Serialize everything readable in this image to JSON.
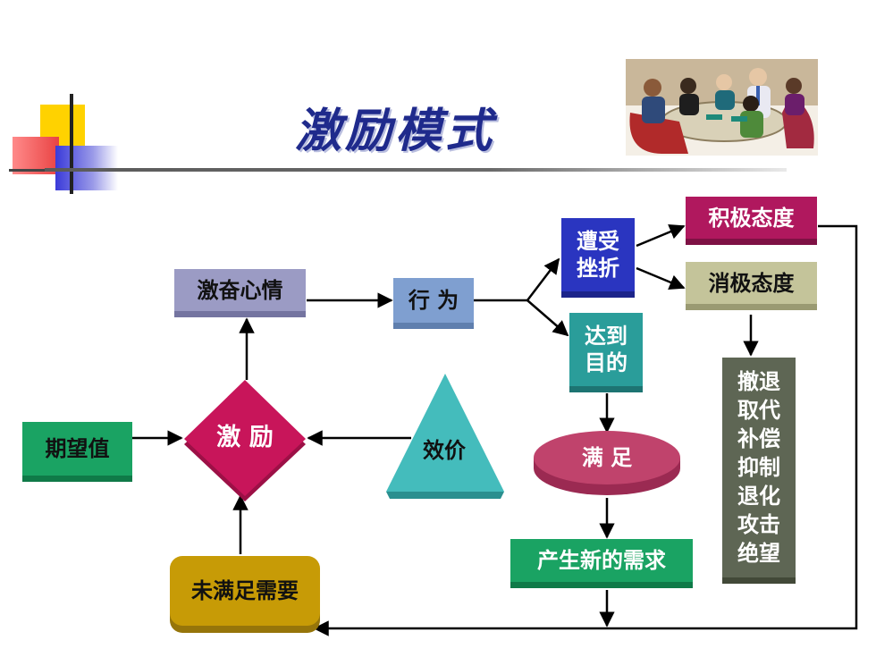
{
  "slide": {
    "title": "激励模式"
  },
  "nodes": {
    "expectation": "期望值",
    "motivation": "激 励",
    "valence": "效价",
    "excited_mood": "激奋心情",
    "behavior": "行 为",
    "frustrated": "遭受\n挫折",
    "goal_reached": "达到\n目的",
    "positive_attitude": "积极态度",
    "negative_attitude": "消极态度",
    "satisfied": "满 足",
    "new_needs": "产生新的需求",
    "unmet_needs": "未满足需要",
    "defense_list": "撤退\n取代\n补偿\n抑制\n退化\n攻击\n绝望"
  },
  "colors": {
    "title": "#1f2a8c",
    "expectation": "#1aa363",
    "motivation": "#c8155a",
    "valence": "#44bcbc",
    "excited_mood": "#9b9bc4",
    "behavior": "#7f9fd0",
    "frustrated": "#2a35c0",
    "goal_reached": "#2a9d9a",
    "positive_attitude": "#b0185e",
    "negative_attitude": "#c4c49a",
    "satisfied": "#c0436c",
    "new_needs": "#1aa363",
    "unmet_needs": "#c79b06",
    "defense_list": "#5e6654"
  },
  "icons": [
    "corner-decoration",
    "meeting-clipart"
  ]
}
